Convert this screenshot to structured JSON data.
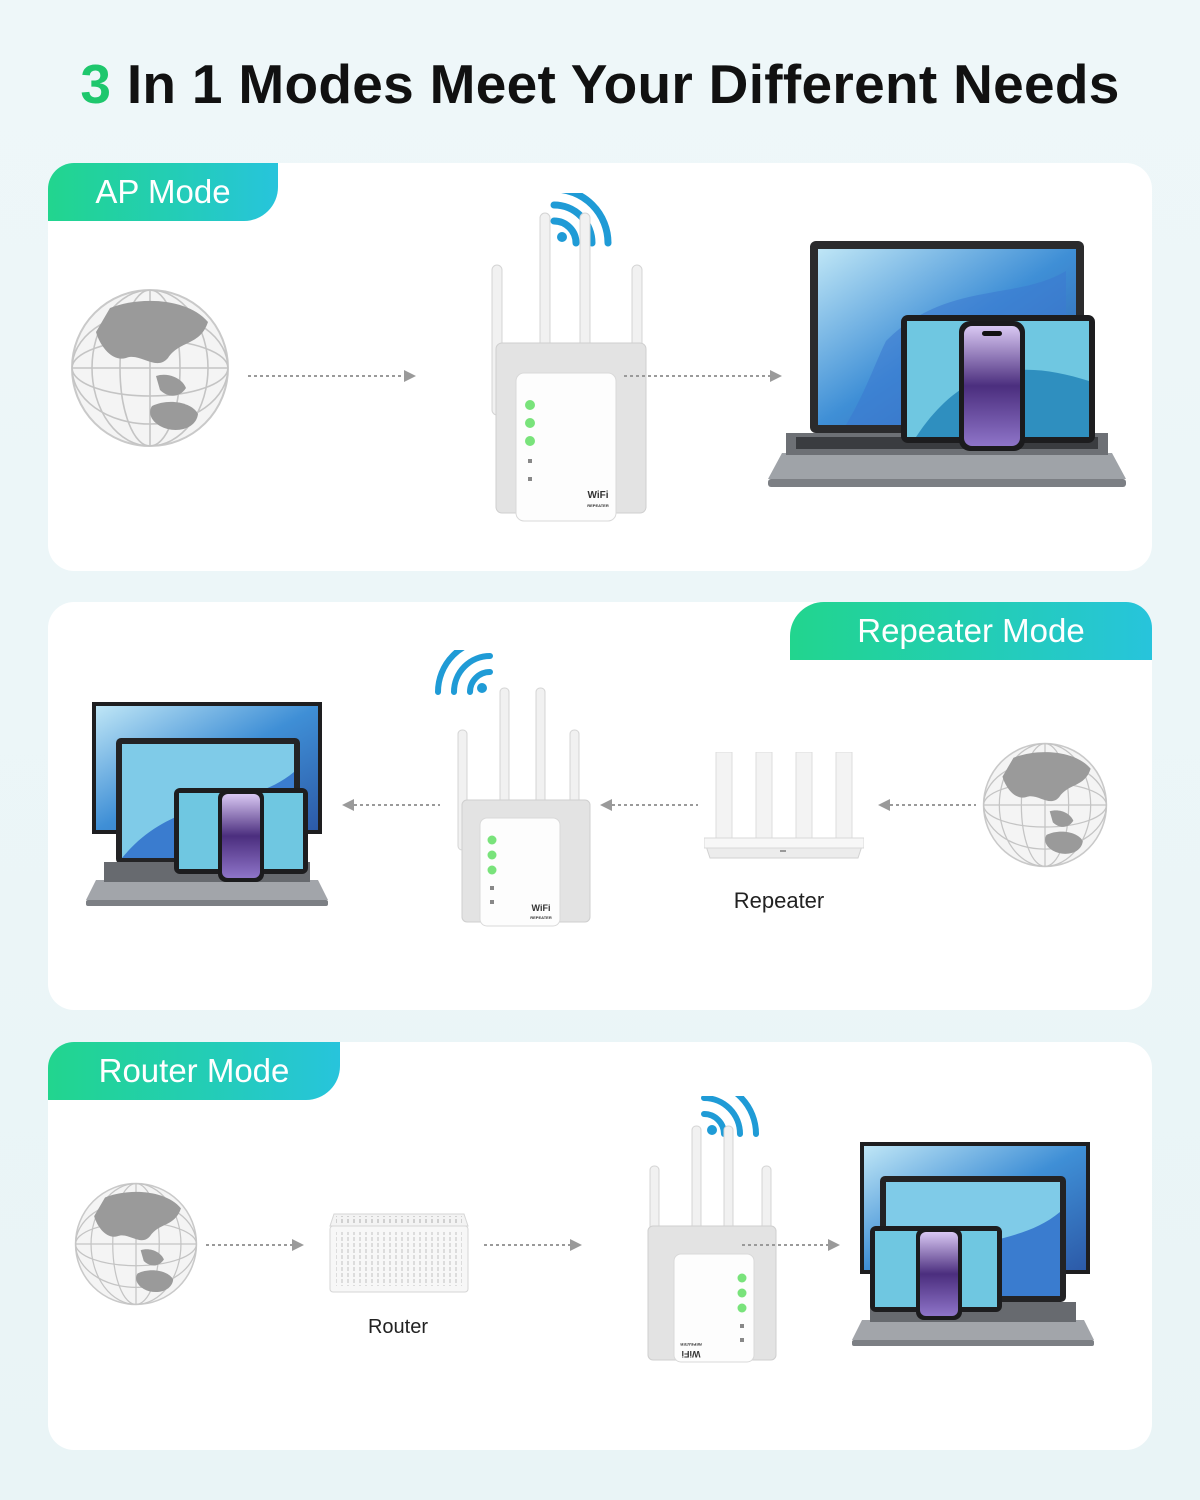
{
  "headline": {
    "number": "3",
    "text": "In 1 Modes Meet Your Different Needs"
  },
  "panels": [
    {
      "mode_label": "AP Mode"
    },
    {
      "mode_label": "Repeater Mode",
      "caption": "Repeater"
    },
    {
      "mode_label": "Router Mode",
      "caption": "Router"
    }
  ],
  "device_label": {
    "line1": "WiFi",
    "line2": "REPEATER"
  },
  "colors": {
    "accent_green": "#1ec76d",
    "tag_gradient_start": "#22d58e",
    "tag_gradient_end": "#27c4dc",
    "wifi_signal": "#1f9bd6",
    "led_green": "#79e37b"
  }
}
